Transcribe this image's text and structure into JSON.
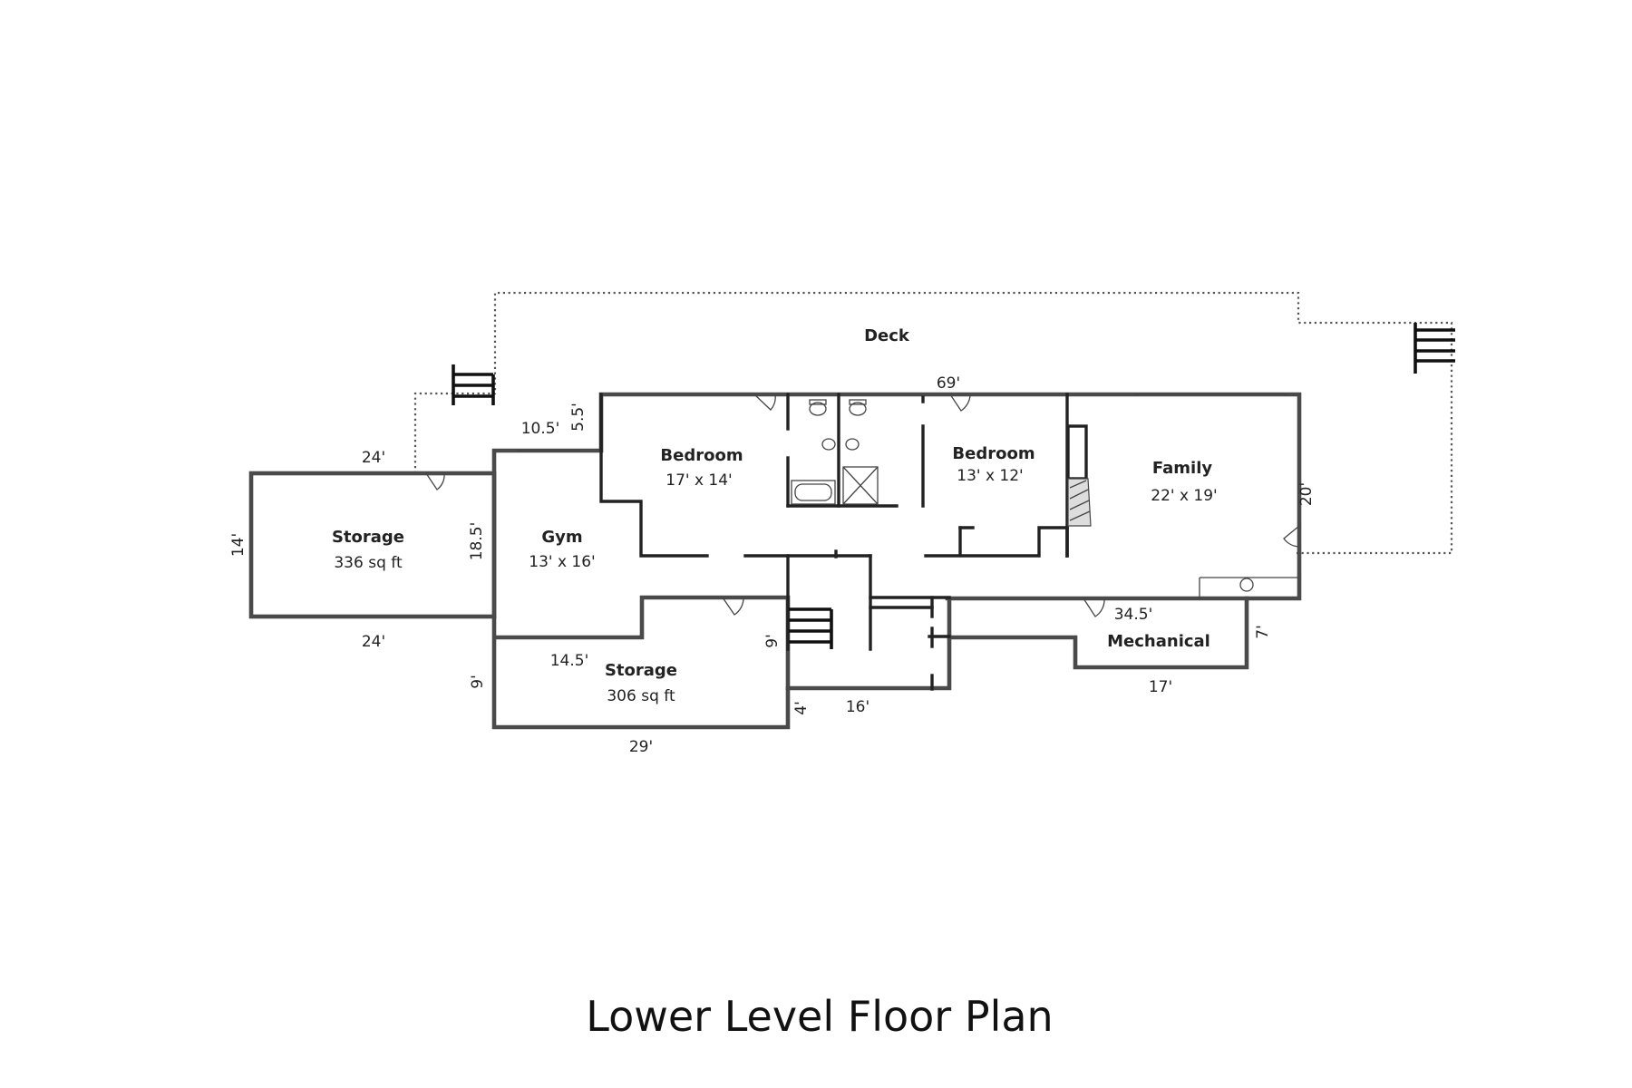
{
  "title": "Lower Level Floor Plan",
  "rooms": {
    "deck": {
      "name": "Deck"
    },
    "bedroom1": {
      "name": "Bedroom",
      "size": "17' x 14'"
    },
    "bedroom2": {
      "name": "Bedroom",
      "size": "13' x 12'"
    },
    "family": {
      "name": "Family",
      "size": "22' x 19'"
    },
    "gym": {
      "name": "Gym",
      "size": "13' x 16'"
    },
    "storage1": {
      "name": "Storage",
      "size": "336 sq ft"
    },
    "storage2": {
      "name": "Storage",
      "size": "306 sq ft"
    },
    "mechanical": {
      "name": "Mechanical"
    }
  },
  "dimensions": {
    "main_top": "69'",
    "family_side": "20'",
    "gym_top": "10.5'",
    "gym_notch": "5.5'",
    "storage1_top": "24'",
    "storage1_bottom": "24'",
    "storage1_side": "14'",
    "gym_side": "18.5'",
    "storage2_top": "14.5'",
    "storage2_left": "9'",
    "storage2_right": "9'",
    "storage2_bottom": "29'",
    "hall_side": "4'",
    "hall_bottom": "16'",
    "mech_top": "34.5'",
    "mech_side": "7'",
    "mech_bottom": "17'"
  }
}
